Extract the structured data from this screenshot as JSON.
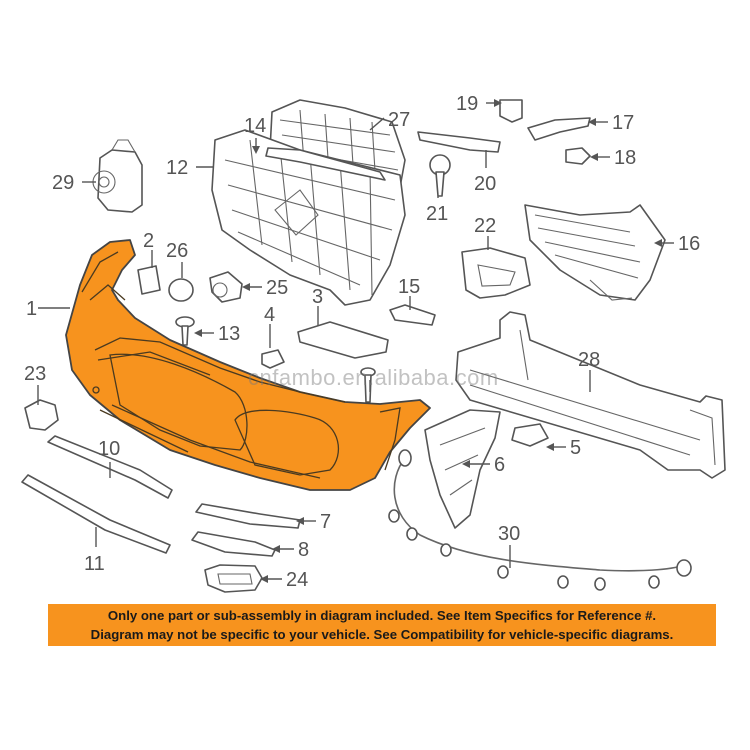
{
  "diagram": {
    "callouts": {
      "c1": "1",
      "c2": "2",
      "c3": "3",
      "c4": "4",
      "c5": "5",
      "c6": "6",
      "c7": "7",
      "c8": "8",
      "c10": "10",
      "c11": "11",
      "c12": "12",
      "c13": "13",
      "c14": "14",
      "c15": "15",
      "c16": "16",
      "c17": "17",
      "c18": "18",
      "c19": "19",
      "c20": "20",
      "c21": "21",
      "c22": "22",
      "c23": "23",
      "c24": "24",
      "c25": "25",
      "c26": "26",
      "c27": "27",
      "c28": "28",
      "c29": "29",
      "c30": "30"
    },
    "highlight_color": "#f7931e"
  },
  "watermark": "cnfambo.en.alibaba.com",
  "notice": {
    "line1": "Only one part or sub-assembly in diagram included. See Item Specifics for Reference #.",
    "line2": "Diagram may not be specific to your vehicle. See Compatibility for vehicle-specific diagrams."
  }
}
